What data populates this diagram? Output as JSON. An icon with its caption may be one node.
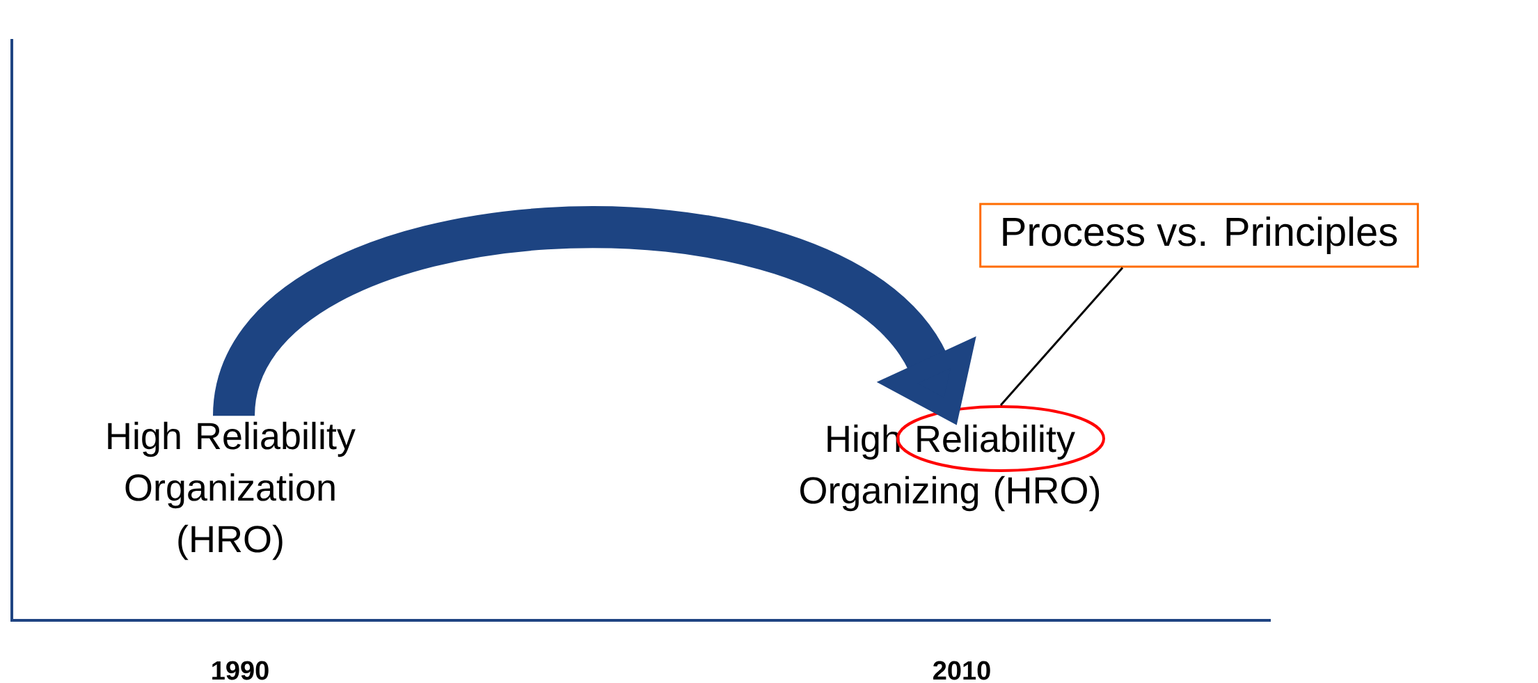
{
  "diagram": {
    "nodes": [
      {
        "text": [
          "High Reliability Organization (HRO)"
        ]
      },
      {
        "text": [
          "High Reliability Organizing (HRO)"
        ]
      },
      {
        "text": [
          "Process vs. Principles"
        ]
      },
      {
        "text": [],
        "shape": "circle"
      }
    ],
    "edges": [
      {
        "from": 0,
        "to": 1,
        "arrow": "to",
        "style": "thick",
        "color": "#1d4482"
      },
      {
        "from": 2,
        "to": 3,
        "arrow": "none",
        "color": "#000000"
      }
    ],
    "labels": [
      "1990",
      "2010"
    ]
  }
}
